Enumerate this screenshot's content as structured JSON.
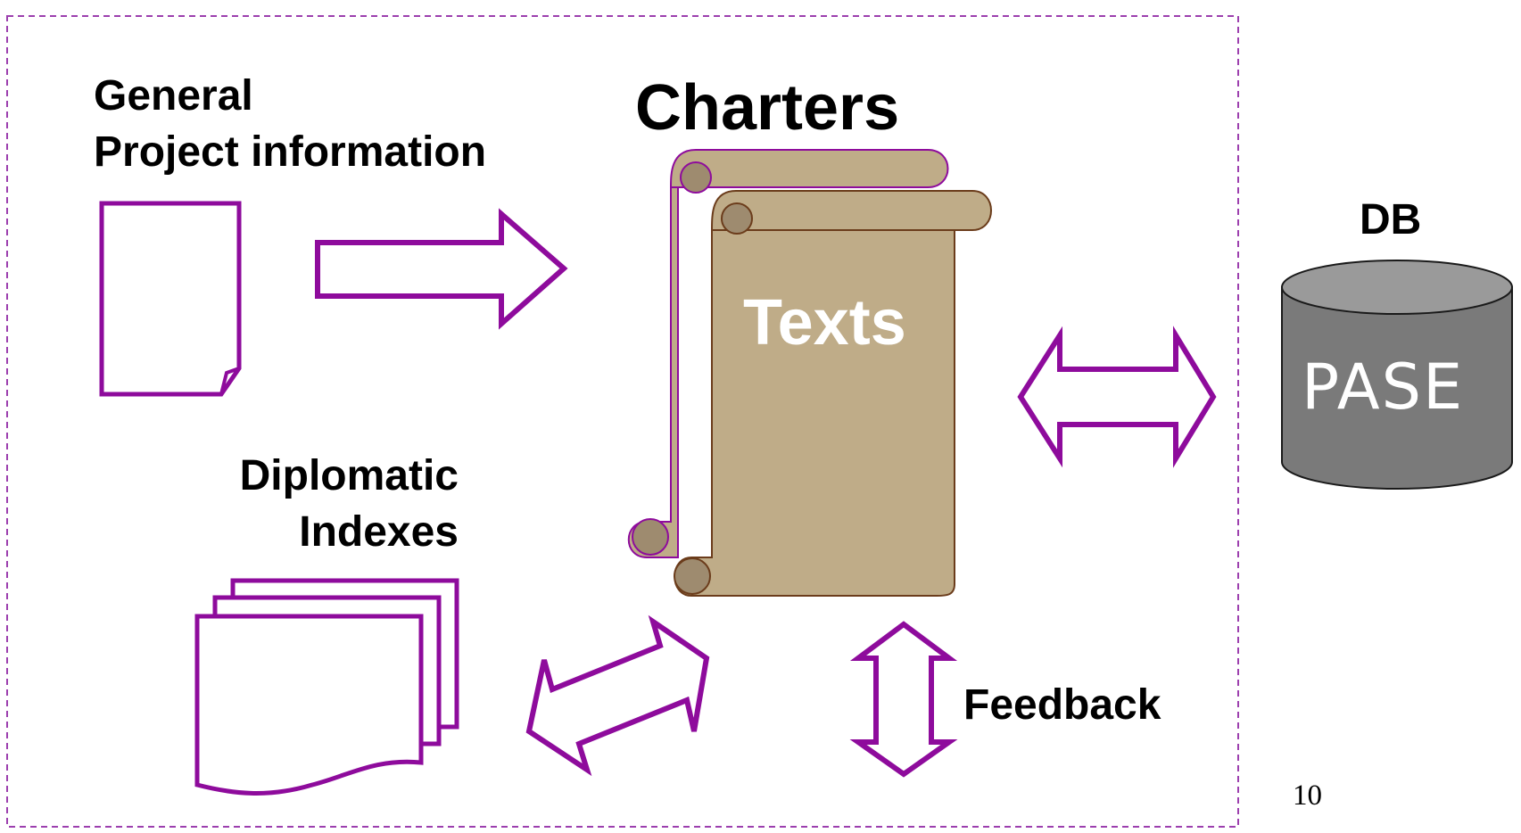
{
  "labels": {
    "general_line1": "General",
    "general_line2": "Project information",
    "charters": "Charters",
    "texts": "Texts",
    "diplomatic_line1": "Diplomatic",
    "diplomatic_line2": "Indexes",
    "db": "DB",
    "pase": "PASE",
    "feedback": "Feedback",
    "page_number": "10"
  },
  "colors": {
    "accent": "#8e0b9c",
    "scroll_fill": "#bfac88",
    "scroll_stroke": "#6b3c1b",
    "scroll_curl": "#9e8b6f",
    "db_top": "#9a9a9a",
    "db_body": "#7a7a7a",
    "frame": "#9c3fae"
  },
  "icons": {
    "document": "document-icon",
    "stacked_documents": "multi-document-icon",
    "scroll": "scroll-icon",
    "database": "database-cylinder-icon",
    "arrow_right": "block-arrow-right",
    "arrow_horizontal": "block-arrow-left-right",
    "arrow_diagonal": "block-arrow-diagonal",
    "arrow_vertical": "block-arrow-up-down"
  }
}
